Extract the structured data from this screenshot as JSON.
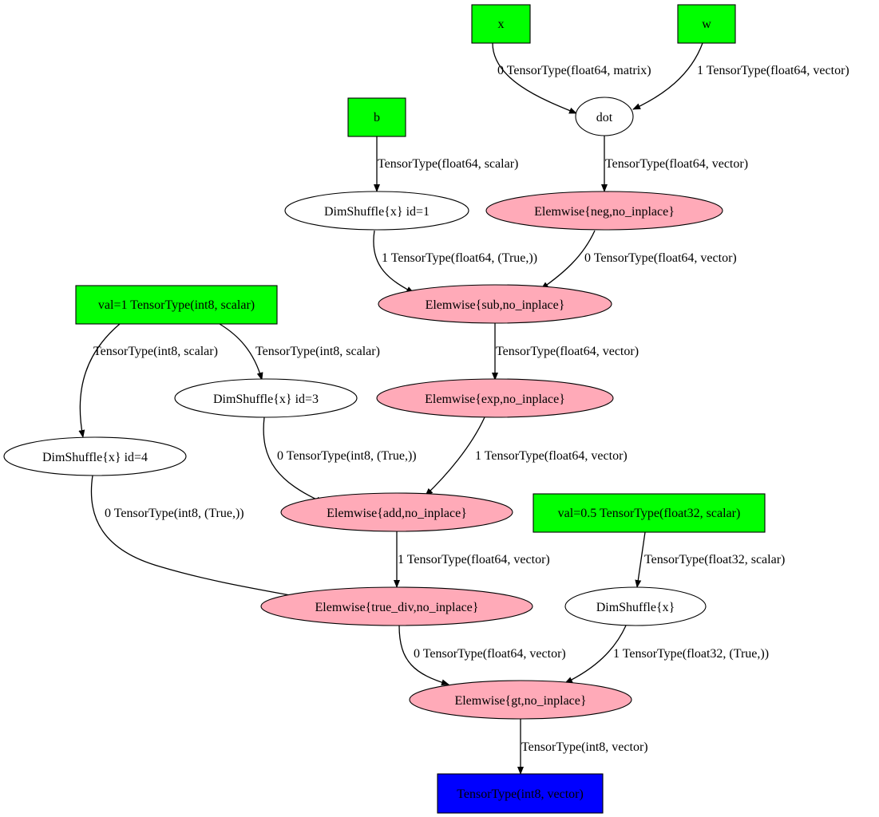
{
  "colors": {
    "input_fill": "#00ff00",
    "op_fill": "#ffaab8",
    "plain_fill": "#ffffff",
    "output_fill": "#0000ff",
    "stroke": "#000000"
  },
  "nodes": {
    "x": "x",
    "w": "w",
    "b": "b",
    "dot": "dot",
    "dimshuffle_1": "DimShuffle{x} id=1",
    "neg": "Elemwise{neg,no_inplace}",
    "sub": "Elemwise{sub,no_inplace}",
    "val1": "val=1 TensorType(int8, scalar)",
    "exp": "Elemwise{exp,no_inplace}",
    "dimshuffle_3": "DimShuffle{x} id=3",
    "dimshuffle_4": "DimShuffle{x} id=4",
    "add": "Elemwise{add,no_inplace}",
    "val05": "val=0.5 TensorType(float32, scalar)",
    "true_div": "Elemwise{true_div,no_inplace}",
    "dimshuffle": "DimShuffle{x}",
    "gt": "Elemwise{gt,no_inplace}",
    "output": "TensorType(int8, vector)"
  },
  "edges": {
    "x_dot": "0 TensorType(float64, matrix)",
    "w_dot": "1 TensorType(float64, vector)",
    "b_ds1": "TensorType(float64, scalar)",
    "dot_neg": "TensorType(float64, vector)",
    "ds1_sub": "1 TensorType(float64, (True,))",
    "neg_sub": "0 TensorType(float64, vector)",
    "val1_ds4": "TensorType(int8, scalar)",
    "val1_ds3": "TensorType(int8, scalar)",
    "sub_exp": "TensorType(float64, vector)",
    "ds3_add": "0 TensorType(int8, (True,))",
    "exp_add": "1 TensorType(float64, vector)",
    "ds4_truediv": "0 TensorType(int8, (True,))",
    "add_truediv": "1 TensorType(float64, vector)",
    "val05_ds": "TensorType(float32, scalar)",
    "truediv_gt": "0 TensorType(float64, vector)",
    "ds_gt": "1 TensorType(float32, (True,))",
    "gt_output": "TensorType(int8, vector)"
  }
}
